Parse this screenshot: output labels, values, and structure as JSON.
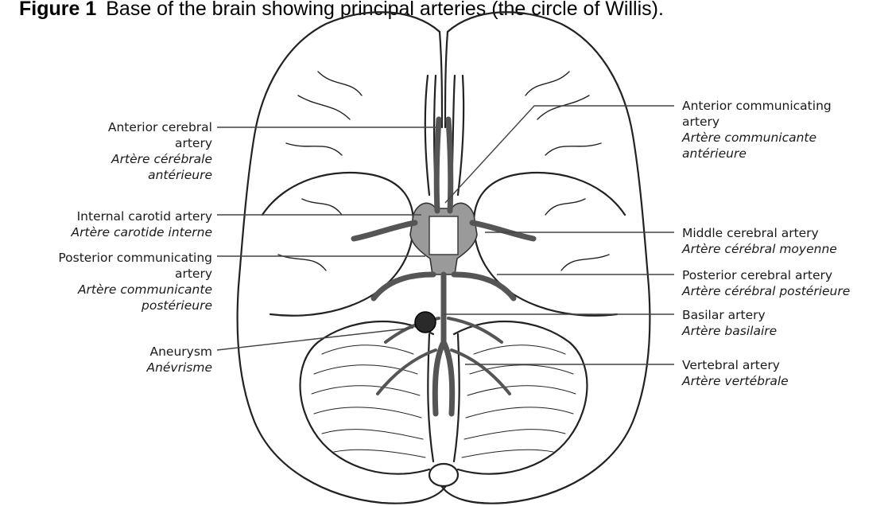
{
  "figure": {
    "number": "Figure 1",
    "caption": "Base of the brain showing principal arteries (the circle of Willis)."
  },
  "labels_left": [
    {
      "en": [
        "Anterior cerebral",
        "artery"
      ],
      "fr": [
        "Artère cérébrale",
        "antérieure"
      ]
    },
    {
      "en": [
        "Internal carotid artery"
      ],
      "fr": [
        "Artère carotide interne"
      ]
    },
    {
      "en": [
        "Posterior communicating",
        "artery"
      ],
      "fr": [
        "Artère communicante",
        "postérieure"
      ]
    },
    {
      "en": [
        "Aneurysm"
      ],
      "fr": [
        "Anévrisme"
      ]
    }
  ],
  "labels_right": [
    {
      "en": [
        "Anterior communicating",
        "artery"
      ],
      "fr": [
        "Artère communicante",
        "antérieure"
      ]
    },
    {
      "en": [
        "Middle cerebral artery"
      ],
      "fr": [
        "Artère cérébral moyenne"
      ]
    },
    {
      "en": [
        "Posterior cerebral artery"
      ],
      "fr": [
        "Artère cérébral postérieure"
      ]
    },
    {
      "en": [
        "Basilar artery"
      ],
      "fr": [
        "Artère basilaire"
      ]
    },
    {
      "en": [
        "Vertebral artery"
      ],
      "fr": [
        "Artère vertébrale"
      ]
    }
  ]
}
